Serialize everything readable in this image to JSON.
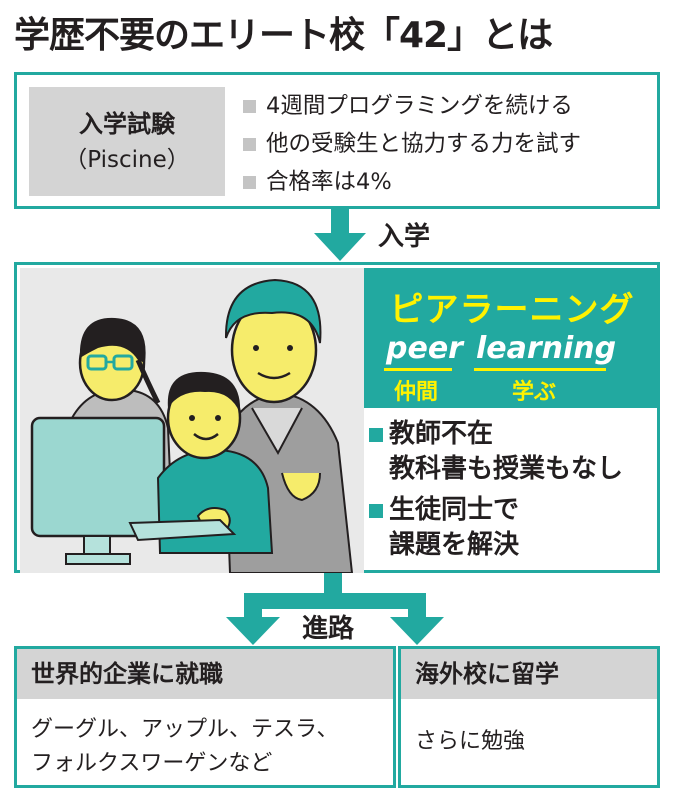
{
  "title": "学歴不要のエリート校「42」とは",
  "exam": {
    "label": "入学試験",
    "sub": "（Piscine）",
    "items": [
      "4週間プログラミングを続ける",
      "他の受験生と協力する力を試す",
      "合格率は4%"
    ]
  },
  "arrow1": "入学",
  "peer": {
    "title": "ピアラーニング",
    "word1": "peer",
    "word2": "learning",
    "jp1": "仲間",
    "jp2": "学ぶ"
  },
  "features": [
    {
      "lines": [
        "教師不在",
        "教科書も授業もなし"
      ]
    },
    {
      "lines": [
        "生徒同士で",
        "課題を解決"
      ]
    }
  ],
  "arrow2": "進路",
  "outcomes": [
    {
      "title": "世界的企業に就職",
      "lines": [
        "グーグル、アップル、テスラ、",
        "フォルクスワーゲンなど"
      ]
    },
    {
      "title": "海外校に留学",
      "lines": [
        "さらに勉強"
      ]
    }
  ],
  "colors": {
    "teal": "#22a9a0",
    "yellow": "#fff200",
    "gray": "#d4d4d4"
  }
}
